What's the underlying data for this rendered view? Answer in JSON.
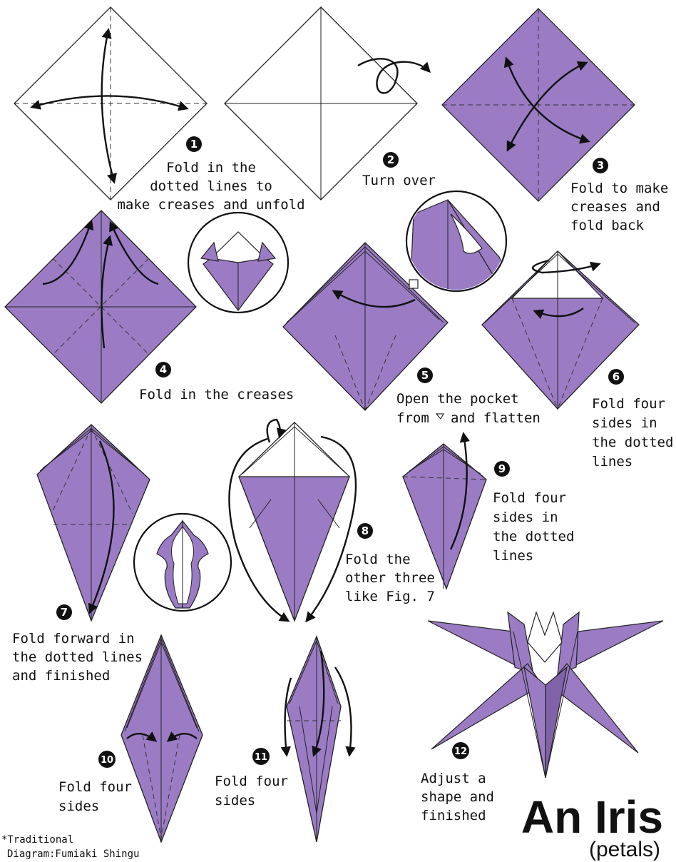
{
  "colors": {
    "paper": "#9b7cc4",
    "paper_dark": "#7f62a8",
    "white_side": "#ffffff",
    "ink": "#111111"
  },
  "steps": [
    {
      "num": "1",
      "lines": [
        "Fold in the",
        "dotted lines to",
        "make creases and unfold"
      ]
    },
    {
      "num": "2",
      "lines": [
        "Turn over"
      ]
    },
    {
      "num": "3",
      "lines": [
        "Fold to make",
        "creases and",
        "fold back"
      ]
    },
    {
      "num": "4",
      "lines": [
        "Fold in the creases"
      ]
    },
    {
      "num": "5",
      "lines": [
        "Open the pocket",
        "from",
        "and flatten"
      ]
    },
    {
      "num": "6",
      "lines": [
        "Fold four",
        "sides in",
        "the dotted",
        "lines"
      ]
    },
    {
      "num": "7",
      "lines": [
        "Fold forward in",
        "the dotted lines",
        "and finished"
      ]
    },
    {
      "num": "8",
      "lines": [
        "Fold the",
        "other three",
        "like Fig. 7"
      ]
    },
    {
      "num": "9",
      "lines": [
        "Fold four",
        "sides in",
        "the dotted",
        "lines"
      ]
    },
    {
      "num": "10",
      "lines": [
        "Fold four",
        "sides"
      ]
    },
    {
      "num": "11",
      "lines": [
        "Fold four",
        "sides"
      ]
    },
    {
      "num": "12",
      "lines": [
        "Adjust a",
        "shape and",
        "finished"
      ]
    }
  ],
  "title": "An Iris",
  "subtitle": "(petals)",
  "credits": [
    "*Traditional",
    "Diagram:Fumiaki Shingu"
  ]
}
